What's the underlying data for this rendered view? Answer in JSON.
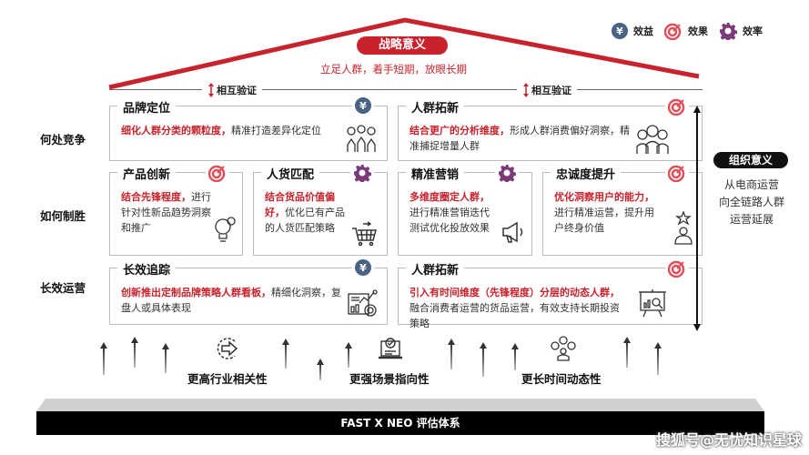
{
  "header": {
    "strategic_pill": "战略意义",
    "strategic_subtitle": "立足人群，着手短期，放眼长期"
  },
  "legend": {
    "items": [
      {
        "icon": "yen-coin-icon",
        "label": "效益",
        "color": "#4a6382"
      },
      {
        "icon": "target-icon",
        "label": "效果",
        "color": "#e0505a"
      },
      {
        "icon": "gear-icon",
        "label": "效率",
        "color": "#7b3a7a"
      }
    ]
  },
  "verify": {
    "left": "相互验证",
    "right": "相互验证"
  },
  "rows": {
    "r1": "何处竞争",
    "r2": "如何制胜",
    "r3": "长效运营"
  },
  "cards": {
    "brand": {
      "title": "品牌定位",
      "badge": "yen",
      "highlight": "细化人群分类的颗粒度，",
      "text": "精准打造差异化定位"
    },
    "crowd1": {
      "title": "人群拓新",
      "badge": "target",
      "highlight": "结合更广的分析维度，",
      "text": "形成人群消费偏好洞察，精准捕捉增量人群"
    },
    "product": {
      "title": "产品创新",
      "badge": "target",
      "highlight": "结合先锋程度，",
      "text": "进行针对性新品趋势洞察和推广"
    },
    "match": {
      "title": "人货匹配",
      "badge": "gear",
      "highlight": "结合货品价值偏好，",
      "text": "优化已有产品的人货匹配策略"
    },
    "marketing": {
      "title": "精准营销",
      "badge": "gear",
      "highlight": "多维度圈定人群，",
      "text": "进行精准营销迭代测试优化投放效果"
    },
    "loyalty": {
      "title": "忠诚度提升",
      "badge": "target",
      "highlight": "优化洞察用户的能力，",
      "text": "进行精准运营，提升用户终身价值"
    },
    "tracking": {
      "title": "长效追踪",
      "badge": "yen",
      "highlight": "创新推出定制品牌策略人群看板，",
      "text": "精细化洞察，复盘人或具体表现"
    },
    "crowd2": {
      "title": "人群拓新",
      "badge": "target",
      "highlight": "引入有时间维度（先锋程度）分层的动态人群，",
      "text": "融合消费者运营的货品运营，有效支持长期投资策略"
    }
  },
  "org": {
    "pill": "组织意义",
    "line1": "从电商运营",
    "line2": "向全链路人群",
    "line3": "运营延展"
  },
  "pillars": {
    "p1": "更高行业相关性",
    "p2": "更强场景指向性",
    "p3": "更长时间动态性"
  },
  "base": {
    "label": "FAST X NEO 评估体系"
  },
  "watermark": "搜狐号@无忧知识星球"
}
